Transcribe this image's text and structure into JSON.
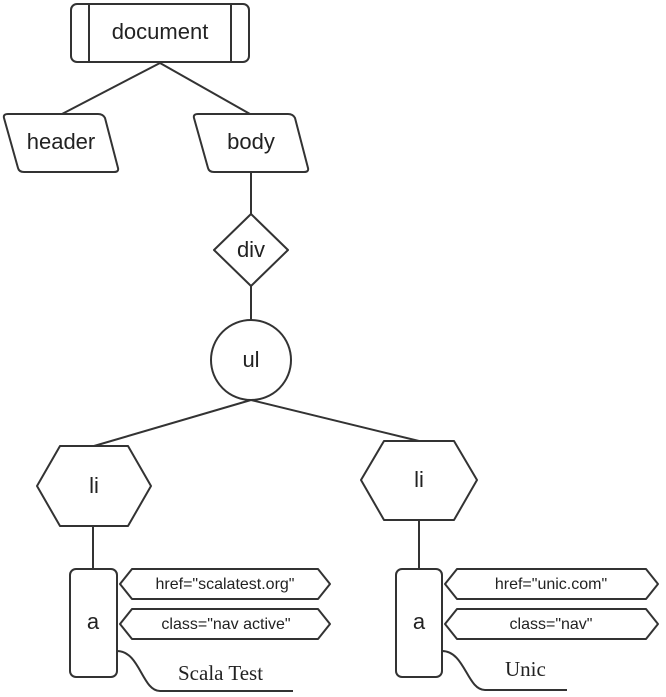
{
  "nodes": {
    "document": "document",
    "header": "header",
    "body": "body",
    "div": "div",
    "ul": "ul",
    "li_left": "li",
    "li_right": "li",
    "a_left": "a",
    "a_right": "a"
  },
  "attributes": {
    "left_href": "href=\"scalatest.org\"",
    "left_class": "class=\"nav active\"",
    "right_href": "href=\"unic.com\"",
    "right_class": "class=\"nav\""
  },
  "text_nodes": {
    "left": "Scala Test",
    "right": "Unic"
  }
}
